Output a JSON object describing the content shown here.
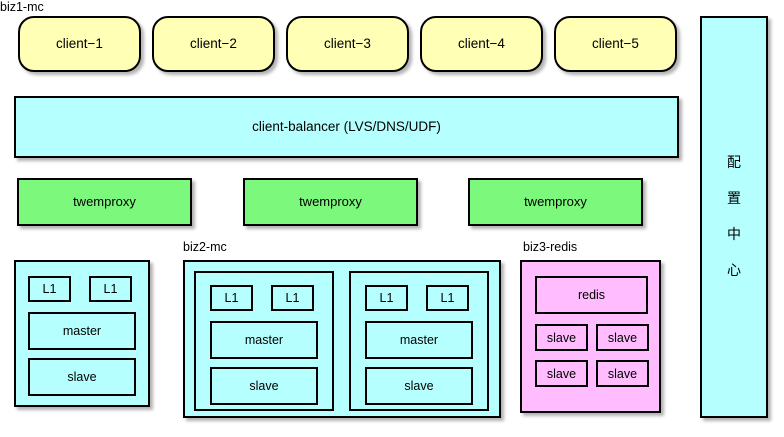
{
  "diagram": {
    "title": "cache-cluster-architecture",
    "colors": {
      "client_fill": "#ffffb5",
      "network_fill": "#b5ffff",
      "proxy_fill": "#7cf87c",
      "redis_fill": "#ffbdff",
      "stroke": "#000000"
    },
    "clients": [
      {
        "label": "client−1"
      },
      {
        "label": "client−2"
      },
      {
        "label": "client−3"
      },
      {
        "label": "client−4"
      },
      {
        "label": "client−5"
      }
    ],
    "balancer": {
      "label": "client-balancer (LVS/DNS/UDF)"
    },
    "proxies": [
      {
        "label": "twemproxy"
      },
      {
        "label": "twemproxy"
      },
      {
        "label": "twemproxy"
      }
    ],
    "groups": [
      {
        "name": "biz1-mc",
        "nodes": {
          "l1_a": "L1",
          "l1_b": "L1",
          "master": "master",
          "slave": "slave"
        }
      },
      {
        "name": "biz2-mc",
        "shards": [
          {
            "l1_a": "L1",
            "l1_b": "L1",
            "master": "master",
            "slave": "slave"
          },
          {
            "l1_a": "L1",
            "l1_b": "L1",
            "master": "master",
            "slave": "slave"
          }
        ]
      },
      {
        "name": "biz3-redis",
        "nodes": {
          "primary": "redis",
          "slave_1": "slave",
          "slave_2": "slave",
          "slave_3": "slave",
          "slave_4": "slave"
        }
      }
    ],
    "config_center": {
      "text": "配置中心",
      "chars": [
        "配",
        "置",
        "中",
        "心"
      ]
    }
  }
}
